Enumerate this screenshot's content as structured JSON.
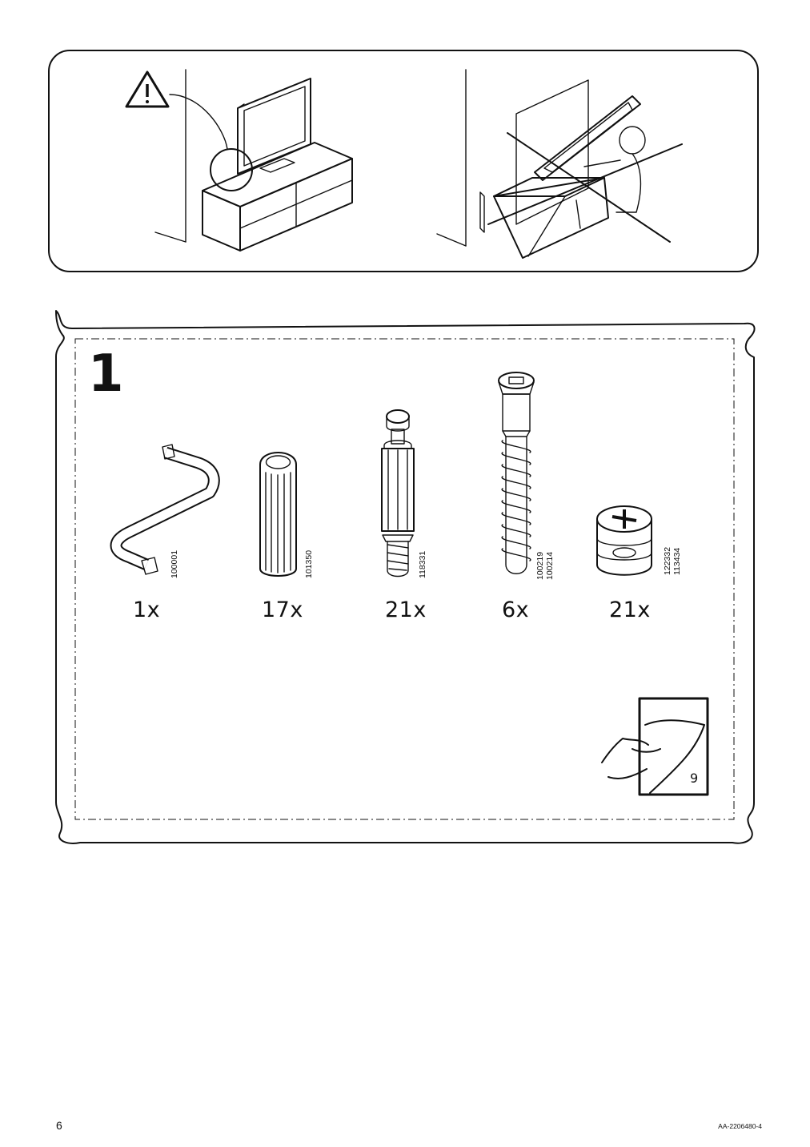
{
  "page": {
    "page_number": "6",
    "document_id": "AA-2206480-4"
  },
  "warning": {
    "icon": "warning-triangle-icon"
  },
  "step": {
    "number": "1",
    "parts": [
      {
        "name": "allen-key",
        "code": "100001",
        "quantity": "1x"
      },
      {
        "name": "wooden-dowel",
        "code": "101350",
        "quantity": "17x"
      },
      {
        "name": "cam-bolt",
        "code": "118331",
        "quantity": "21x"
      },
      {
        "name": "screw",
        "code": "100219\n100214",
        "quantity": "6x"
      },
      {
        "name": "cam-lock-nut",
        "code": "122332\n113434",
        "quantity": "21x"
      }
    ],
    "page_reference": "9"
  }
}
